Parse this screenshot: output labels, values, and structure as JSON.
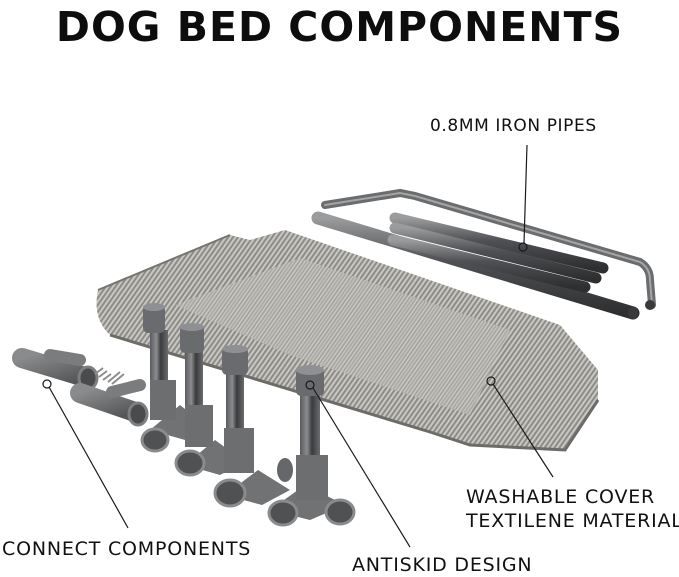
{
  "title": "DOG BED COMPONENTS",
  "callouts": {
    "iron_pipes": "0.8MM IRON PIPES",
    "cover_line1": "WASHABLE COVER",
    "cover_line2": "TEXTILENE MATERIAL",
    "connect": "CONNECT COMPONENTS",
    "antiskid": "ANTISKID DESIGN"
  },
  "colors": {
    "background": "#ffffff",
    "text": "#111111",
    "metal": "#6d6e70",
    "fabric": "#9a9893",
    "leader_line": "#1a1a1a"
  }
}
